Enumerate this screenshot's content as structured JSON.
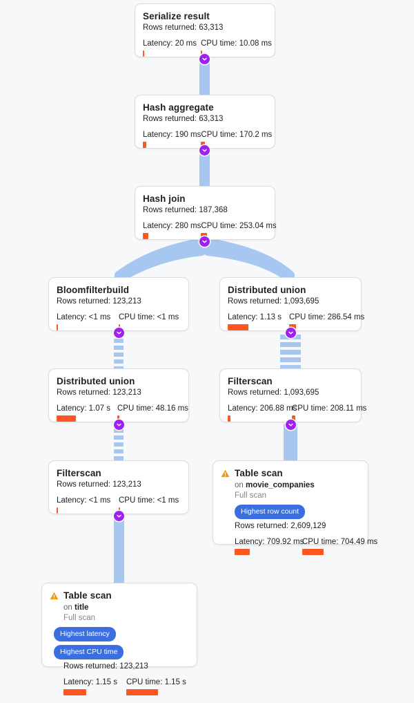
{
  "theme": {
    "background": "#f6f8fa",
    "card_background": "#ffffff",
    "card_border": "#dadce0",
    "edge_color": "#a8c7f0",
    "toggle_color": "#a020f0",
    "badge_color": "#3b6fe0",
    "metric_bar_color": "#ff5722",
    "warning_color": "#f29900",
    "title_color": "#202124",
    "muted_color": "#5f6368"
  },
  "labels": {
    "rows_prefix": "Rows returned: ",
    "latency_prefix": "Latency: ",
    "cpu_prefix": "CPU time: ",
    "on_prefix": "on ",
    "toggle_icon": "chevron-down-icon",
    "warning_icon": "warning-triangle-icon"
  },
  "nodes": [
    {
      "id": "serialize-result",
      "title": "Serialize result",
      "rows_returned": "63,313",
      "latency": "Latency: 20 ms",
      "cpu_time": "CPU time: 10.08 ms",
      "latency_bar_pct": 2,
      "cpu_bar_pct": 2
    },
    {
      "id": "hash-aggregate",
      "title": "Hash aggregate",
      "rows_returned": "63,313",
      "latency": "Latency: 190 ms",
      "cpu_time": "CPU time: 170.2 ms",
      "latency_bar_pct": 6,
      "cpu_bar_pct": 6
    },
    {
      "id": "hash-join",
      "title": "Hash join",
      "rows_returned": "187,368",
      "latency": "Latency: 280 ms",
      "cpu_time": "CPU time: 253.04 ms",
      "latency_bar_pct": 9,
      "cpu_bar_pct": 9
    },
    {
      "id": "bloomfilterbuild",
      "title": "Bloomfilterbuild",
      "rows_returned": "123,213",
      "latency": "Latency: <1 ms",
      "cpu_time": "CPU time: <1 ms",
      "latency_bar_pct": 1,
      "cpu_bar_pct": 1
    },
    {
      "id": "distributed-union-right",
      "title": "Distributed union",
      "rows_returned": "1,093,695",
      "latency": "Latency: 1.13 s",
      "cpu_time": "CPU time: 286.54 ms",
      "latency_bar_pct": 34,
      "cpu_bar_pct": 10
    },
    {
      "id": "distributed-union-left",
      "title": "Distributed union",
      "rows_returned": "123,213",
      "latency": "Latency: 1.07 s",
      "cpu_time": "CPU time: 48.16 ms",
      "latency_bar_pct": 32,
      "cpu_bar_pct": 2
    },
    {
      "id": "filterscan-right",
      "title": "Filterscan",
      "rows_returned": "1,093,695",
      "latency": "Latency: 206.88 ms",
      "cpu_time": "CPU time: 208.11 ms",
      "latency_bar_pct": 6,
      "cpu_bar_pct": 7
    },
    {
      "id": "filterscan-left",
      "title": "Filterscan",
      "rows_returned": "123,213",
      "latency": "Latency: <1 ms",
      "cpu_time": "CPU time: <1 ms",
      "latency_bar_pct": 1,
      "cpu_bar_pct": 1
    },
    {
      "id": "table-scan-movie-companies",
      "title": "Table scan",
      "warning": true,
      "on_table": "movie_companies",
      "scan_type": "Full scan",
      "badges": [
        "Highest row count"
      ],
      "rows_returned": "2,609,129",
      "latency": "Latency: 709.92 ms",
      "cpu_time": "CPU time: 704.49 ms",
      "latency_bar_pct": 22,
      "cpu_bar_pct": 22
    },
    {
      "id": "table-scan-title",
      "title": "Table scan",
      "warning": true,
      "on_table": "title",
      "scan_type": "Full scan",
      "badges": [
        "Highest latency",
        "Highest CPU time"
      ],
      "rows_returned": "123,213",
      "latency": "Latency: 1.15 s",
      "cpu_time": "CPU time: 1.15 s",
      "latency_bar_pct": 36,
      "cpu_bar_pct": 36
    }
  ]
}
